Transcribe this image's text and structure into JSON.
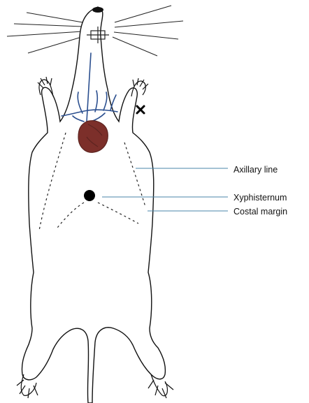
{
  "labels": {
    "axillary_line": "Axillary line",
    "xyphisternum": "Xyphisternum",
    "costal_margin": "Costal margin"
  },
  "colors": {
    "outline": "#111111",
    "callout_line": "#4a86a8",
    "heart_fill": "#7c2f2a",
    "heart_shade": "#5d2420",
    "vessel": "#2b4f8f",
    "marker": "#000000"
  },
  "icons": {
    "injection_site": "x-mark-icon",
    "midpoint_marker": "xyphisternum-dot-icon",
    "restraint_marker": "tape-mark-icon"
  }
}
